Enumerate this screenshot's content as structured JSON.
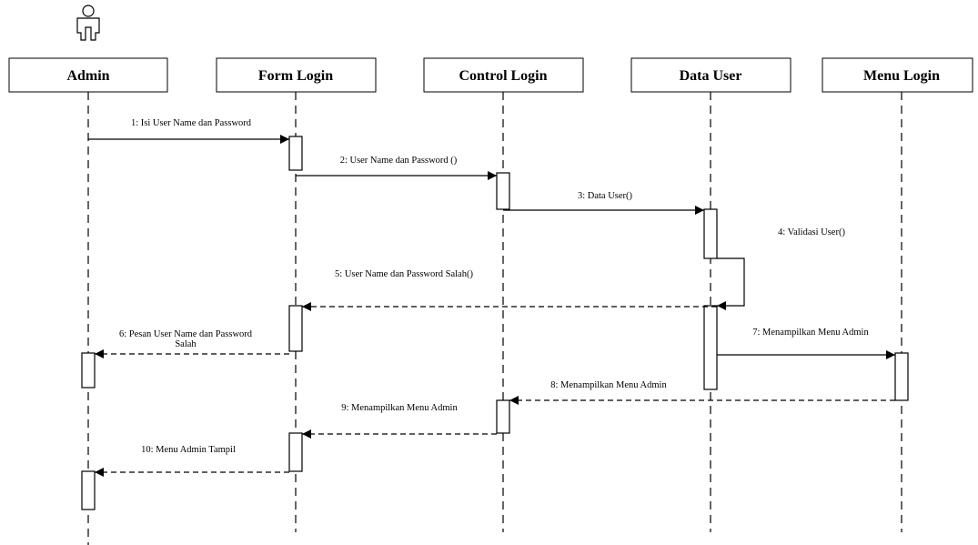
{
  "lifelines": [
    {
      "id": "admin",
      "label": "Admin"
    },
    {
      "id": "form-login",
      "label": "Form Login"
    },
    {
      "id": "control-login",
      "label": "Control Login"
    },
    {
      "id": "data-user",
      "label": "Data User"
    },
    {
      "id": "menu-login",
      "label": "Menu Login"
    }
  ],
  "messages": [
    {
      "label": "1: Isi User Name dan Password",
      "from": "admin",
      "to": "form-login",
      "style": "solid"
    },
    {
      "label": "2: User Name dan Password ()",
      "from": "form-login",
      "to": "control-login",
      "style": "solid"
    },
    {
      "label": "3: Data User()",
      "from": "control-login",
      "to": "data-user",
      "style": "solid"
    },
    {
      "label": "4: Validasi User()",
      "from": "data-user",
      "to": "data-user",
      "style": "solid"
    },
    {
      "label": "5: User Name dan Password Salah()",
      "from": "data-user",
      "to": "form-login",
      "style": "dashed"
    },
    {
      "label": "6: Pesan User Name dan Password",
      "label2": "Salah",
      "from": "form-login",
      "to": "admin",
      "style": "dashed"
    },
    {
      "label": "7: Menampilkan Menu Admin",
      "from": "data-user",
      "to": "menu-login",
      "style": "solid"
    },
    {
      "label": "8: Menampilkan Menu Admin",
      "from": "menu-login",
      "to": "control-login",
      "style": "dashed"
    },
    {
      "label": "9:  Menampilkan Menu Admin",
      "from": "control-login",
      "to": "form-login",
      "style": "dashed"
    },
    {
      "label": "10: Menu Admin Tampil",
      "from": "form-login",
      "to": "admin",
      "style": "dashed"
    }
  ]
}
